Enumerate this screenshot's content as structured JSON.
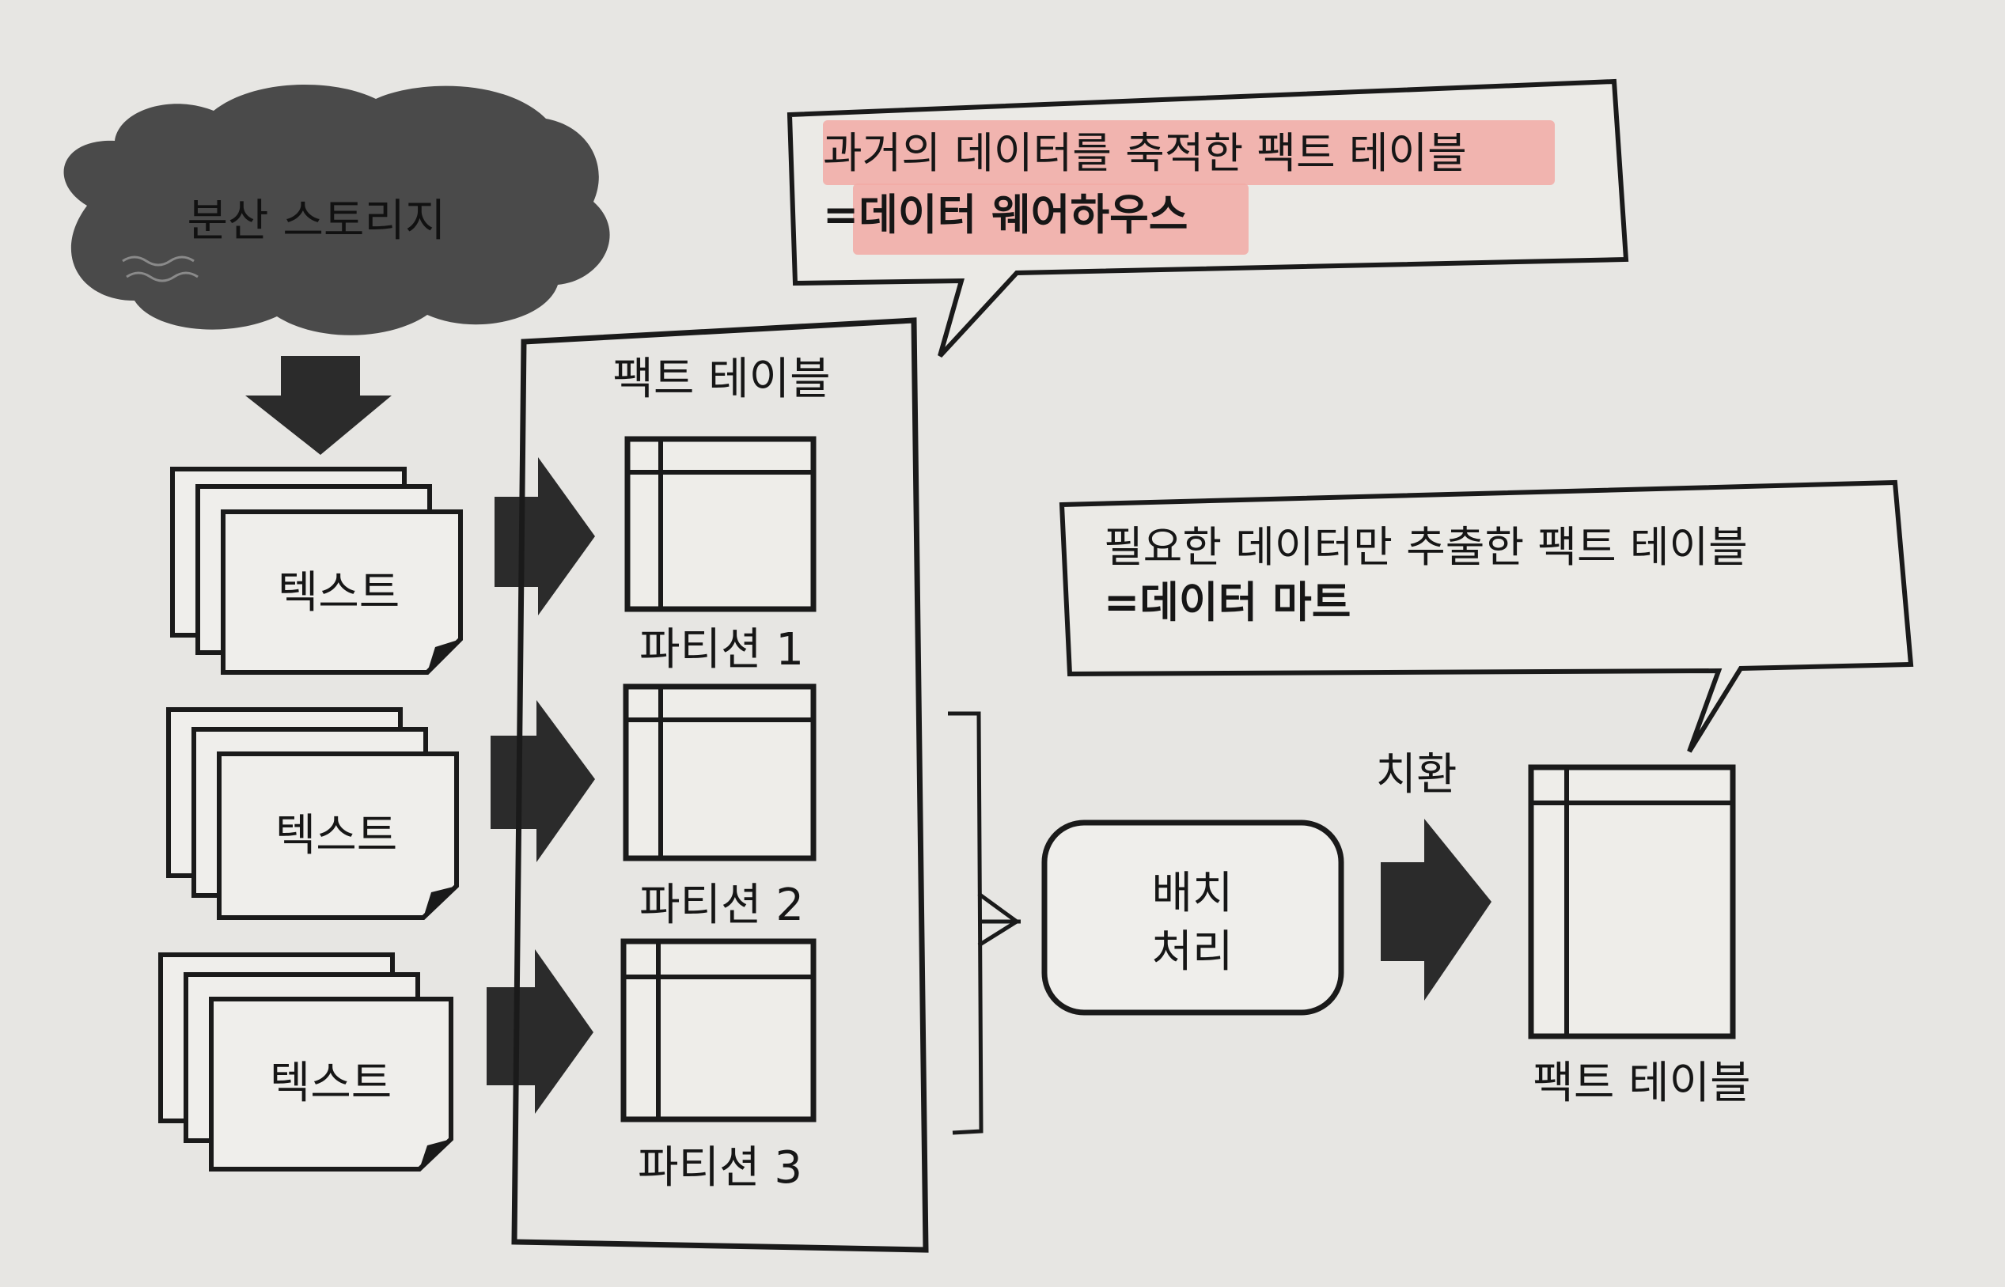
{
  "storage": {
    "label": "분산 스토리지"
  },
  "text_stacks": [
    {
      "label": "텍스트"
    },
    {
      "label": "텍스트"
    },
    {
      "label": "텍스트"
    }
  ],
  "fact_table_group": {
    "title": "팩트 테이블",
    "partitions": [
      {
        "label": "파티션 1"
      },
      {
        "label": "파티션 2"
      },
      {
        "label": "파티션 3"
      }
    ]
  },
  "callout_warehouse": {
    "line1": "과거의 데이터를 축적한 팩트 테이블",
    "line2": "=데이터 웨어하우스",
    "highlight_color": "#f2aaa4"
  },
  "callout_mart": {
    "line1": "필요한 데이터만 추출한 팩트 테이블",
    "line2": "=데이터 마트"
  },
  "batch": {
    "line1": "배치",
    "line2": "처리"
  },
  "replace_label": "치환",
  "result_table": {
    "label": "팩트 테이블"
  },
  "colors": {
    "ink": "#1a1a1a",
    "cloud": "#4a4a4a",
    "paper": "#e7e6e3"
  }
}
